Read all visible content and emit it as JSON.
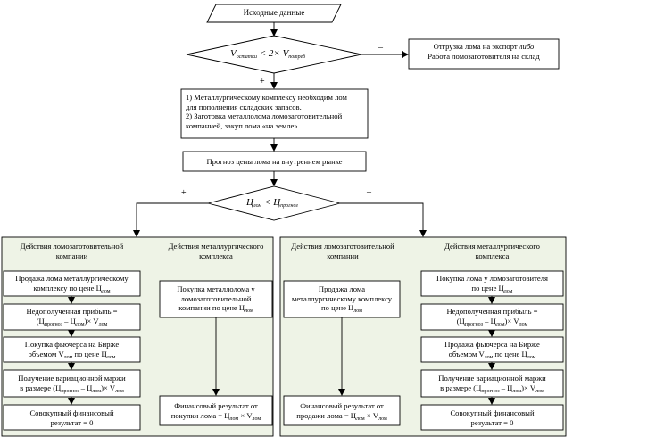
{
  "start": "Исходные данные",
  "cond1": {
    "v_remain": "V",
    "sub_remain": "остатки",
    "lt": "< 2×",
    "v_need": "V",
    "sub_need": "потреб",
    "yes": "+",
    "no": "–"
  },
  "export_box": {
    "line1": "Отгрузка лома на экспорт",
    "line1_italic": "либо",
    "line2": "Работа ломозаготовителя на склад"
  },
  "requirements_box": {
    "line1": "1) Металлургическому комплексу необходим лом",
    "line2": "для пополнения складских запасов.",
    "line3": "2) Заготовка металлолома ломозаготовительной",
    "line4": "компанией, закуп лома «на земле»."
  },
  "forecast": "Прогноз цены лома на внутреннем рынке",
  "cond2": {
    "c1": "Ц",
    "sub1": "лом",
    "lt": "<",
    "c2": "Ц",
    "sub2": "прогноз",
    "yes": "+",
    "no": "–"
  },
  "left_panel": {
    "header_left": [
      "Действия ломозаготовительной",
      "компании"
    ],
    "header_right": [
      "Действия металлургического",
      "комплекса"
    ],
    "b1": [
      "Продажа лома металлургическому",
      "комплексу по цене Ц",
      "лом"
    ],
    "b2": [
      "Недополученная прибыль =",
      "(Ц",
      "прогноз",
      " – Ц",
      "лом",
      ")× V",
      "лом"
    ],
    "b3": [
      "Покупка фьючерса на Бирже",
      "объемом V",
      "лом",
      " по цене Ц",
      "лом"
    ],
    "b4": [
      "Получение вариационной маржи",
      "в размере (Ц",
      "прогноз",
      " – Ц",
      "лом",
      ")× V",
      "лом"
    ],
    "b5": [
      "Совокупный финансовый",
      "результат = 0"
    ],
    "r1": [
      "Покупка металлолома у",
      "ломозаготовительной",
      "компании по цене Ц",
      "лом"
    ],
    "r2": [
      "Финансовый результат от",
      "покупки лома = Ц",
      "лом",
      " × V",
      "лом"
    ]
  },
  "right_panel": {
    "header_left": [
      "Действия ломозаготовительной",
      "компании"
    ],
    "header_right": [
      "Действия металлургического",
      "комплекса"
    ],
    "l1": [
      "Продажа лома",
      "металлургическому комплексу",
      "по цене Ц",
      "лом"
    ],
    "l2": [
      "Финансовый результат от",
      "продажи лома = Ц",
      "лом",
      " × V",
      "лом"
    ],
    "b1": [
      "Покупка лома у ломозаготовителя",
      "по цене Ц",
      "лом"
    ],
    "b2": [
      "Недополученная прибыль =",
      "(Ц",
      "прогноз",
      " – Ц",
      "лом",
      ")× V",
      "лом"
    ],
    "b3": [
      "Продажа фьючерса на Бирже",
      "объемом V",
      "лом",
      " по цене Ц",
      "лом"
    ],
    "b4": [
      "Получение вариационной маржи",
      "в размере (Ц",
      "прогноз",
      " – Ц",
      "лом",
      ")× V",
      "лом"
    ],
    "b5": [
      "Совокупный финансовый",
      "результат = 0"
    ]
  },
  "colors": {
    "panel_fill": "#eef3e6",
    "stroke": "#000000",
    "box_fill": "#ffffff"
  }
}
